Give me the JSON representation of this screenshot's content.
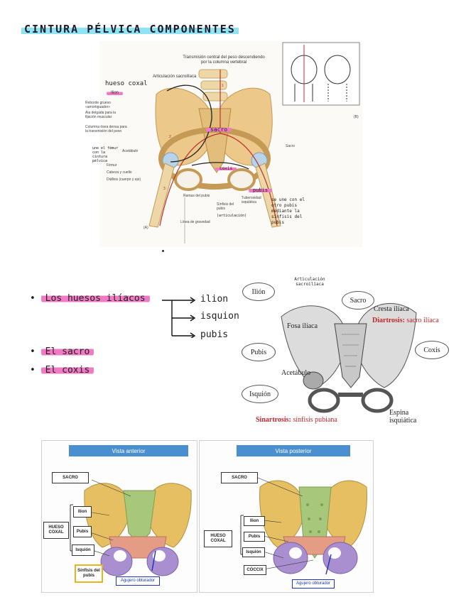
{
  "title": "CINTURA PÉLVICA COMPONENTES",
  "figure1": {
    "top_label": "Transmisión central del peso descendiendo por la columna vertebral",
    "articulacion_sacroiliaca": "Articulación sacroilíaca",
    "hueso_coxal": "hueso coxal",
    "ilion": "Ilion",
    "reborde": "Reborde grueso «amortiguador»",
    "ala": "Ala delgada para la fijación muscular",
    "columna": "Columna ósea densa para la transmisión del peso",
    "acetabulo": "Acetábulo",
    "une_femur": "une el fémur con la cintura pélvica",
    "femur": "Fémur",
    "cabeza": "Cabeza y cuello",
    "diafisis": "Diáfisis (cuerpo y eje)",
    "sacro_hand": "sacro",
    "sacro": "Sacro",
    "coxis_hand": "coxis",
    "pubis_hand": "pubis",
    "ramas": "Ramas del pubis",
    "sinfisis": "Sínfisis del pubis",
    "articulacion": "(articulación)",
    "tuberosidad": "Tuberosidad isquiática",
    "linea": "Línea de gravedad",
    "se_une": "se une con el otro pubis mediante la sínfisis del pubis",
    "A": "(A)",
    "B": "(B)",
    "n1": "1",
    "n2": "2",
    "n3": "3"
  },
  "bullets": {
    "huesos": "Los huesos ilíacos",
    "ilion": "ilion",
    "isquion": "isquion",
    "pubis": "pubis",
    "sacro": "El sacro",
    "coxis": "El coxis"
  },
  "figure2": {
    "articulacion": "Articulación sacroilíaca",
    "ilion": "Ilión",
    "sacro": "Sacro",
    "cresta": "Cresta ilíaca",
    "diartrosis": "Diartrosis:",
    "sacro_iliaca": "sacro ilíaca",
    "fosa": "Fosa ilíaca",
    "pubis": "Pubis",
    "coxis": "Coxis",
    "acetabulo": "Acetábulo",
    "isquion": "Isquión",
    "espina": "Espina isquiática",
    "sinartrosis": "Sinartrosis:",
    "sinfisis": "sínfisis pubiana"
  },
  "figure3": {
    "left_header": "Vista anterior",
    "right_header": "Vista posterior",
    "sacro": "SACRO",
    "hueso_coxal": "HUESO COXAL",
    "ilion": "Ilion",
    "pubis": "Pubis",
    "isquion": "Isquión",
    "sinfisis": "Sínfisis del pubis",
    "agujero": "Agujero obturador",
    "coccix": "CÓCCIX"
  },
  "colors": {
    "bone": "#e8c98d",
    "ilion": "#e6bf62",
    "sacro": "#a7c77a",
    "pubis": "#e59c85",
    "isquion": "#a98ed0",
    "header_blue": "#4a8fd0",
    "highlight_pink": "#f07bc4",
    "highlight_cyan": "#8fe3f2"
  }
}
